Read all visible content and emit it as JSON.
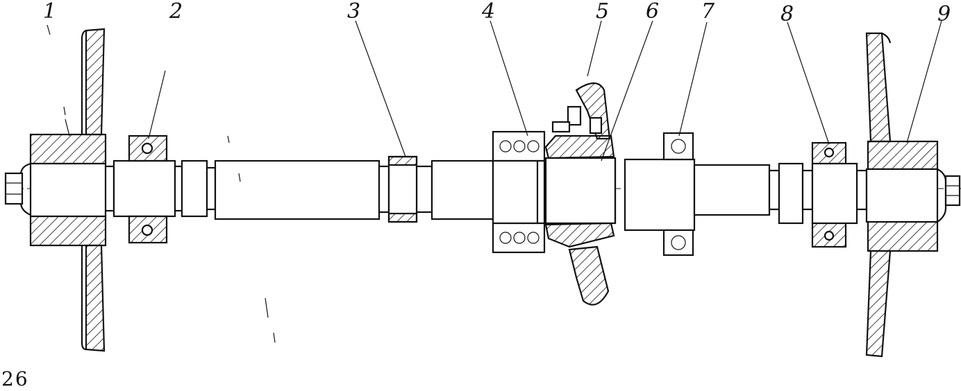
{
  "callouts": [
    {
      "label": "1"
    },
    {
      "label": "2"
    },
    {
      "label": "3"
    },
    {
      "label": "4"
    },
    {
      "label": "5"
    },
    {
      "label": "6"
    },
    {
      "label": "7"
    },
    {
      "label": "8"
    },
    {
      "label": "9"
    }
  ],
  "page_number": "26",
  "colors": {
    "ink": "#111111",
    "paper": "#ffffff"
  }
}
